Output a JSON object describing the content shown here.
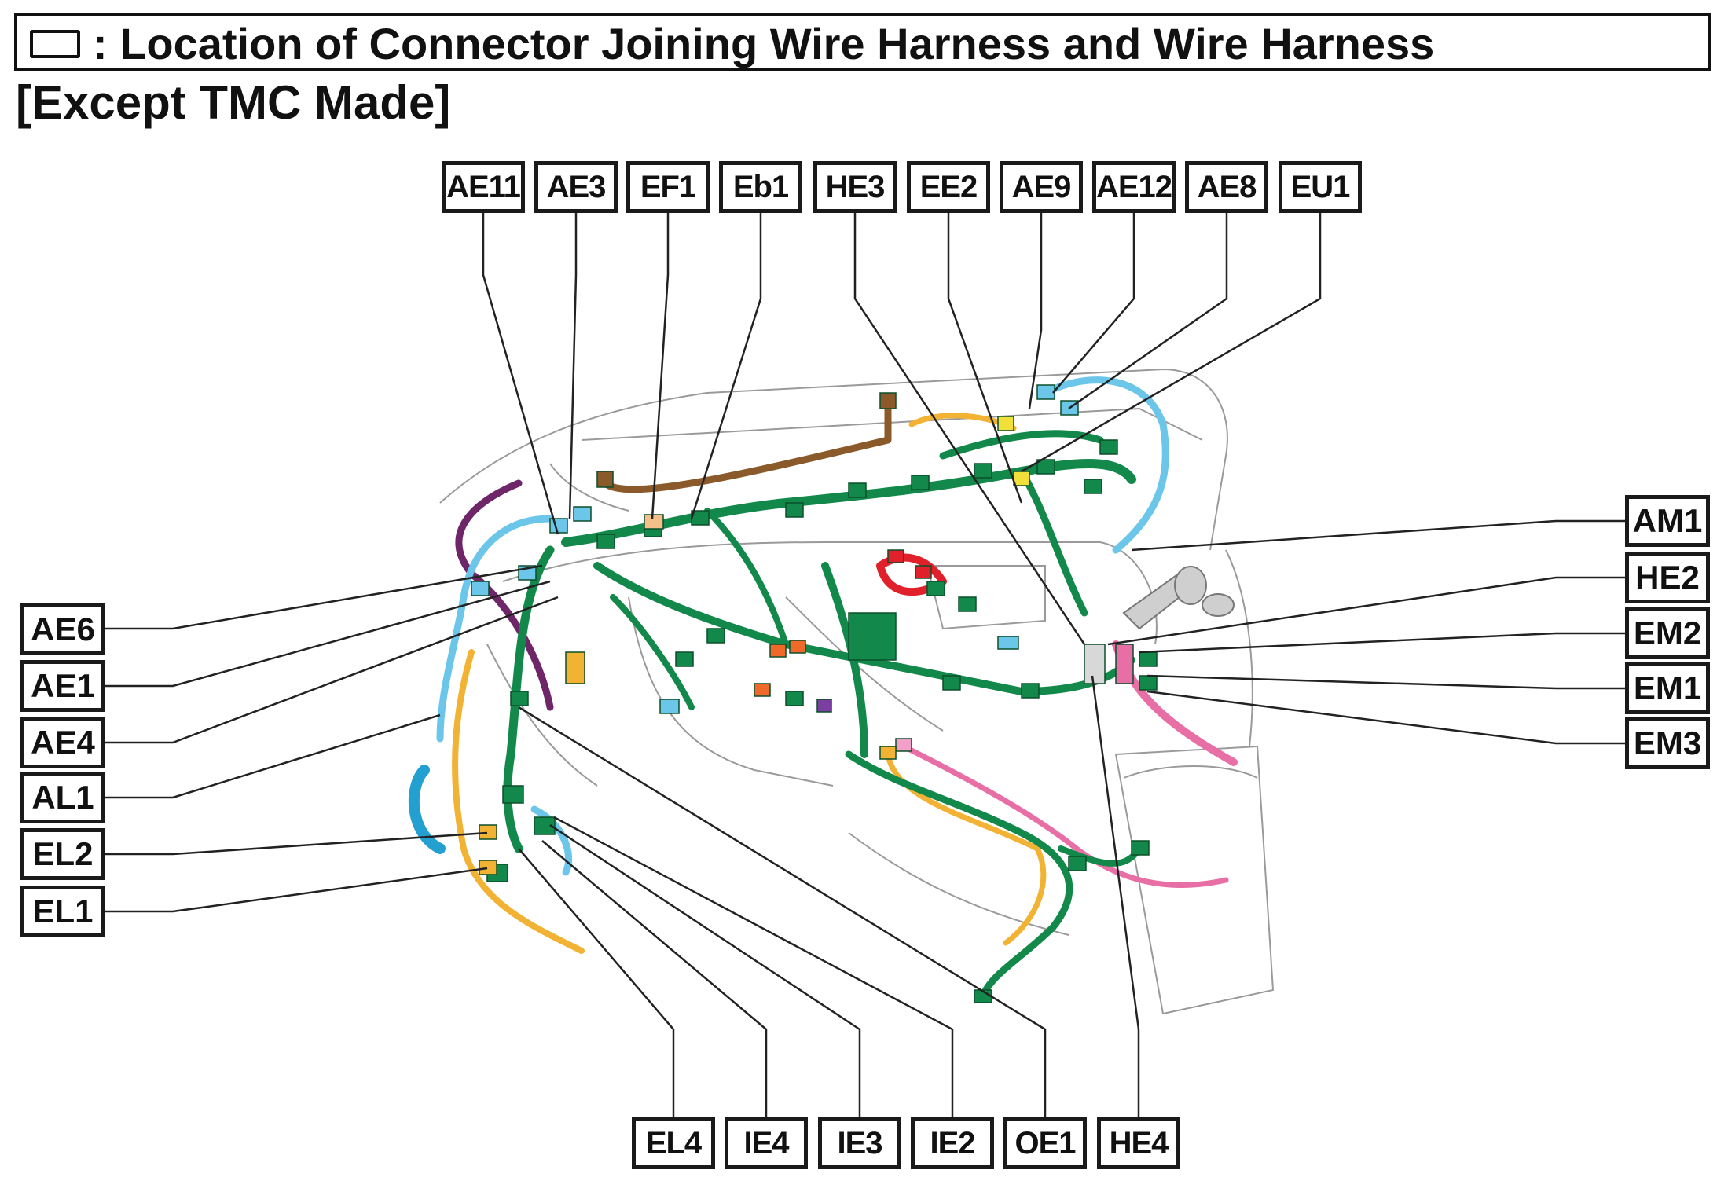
{
  "header": {
    "title": ": Location of Connector Joining Wire Harness and Wire Harness",
    "legend_symbol": "connector-legend-rect"
  },
  "subtitle": "[Except TMC Made]",
  "colors": {
    "green_harness": "#12884a",
    "blue_harness": "#6cc6ea",
    "yellow_harness": "#f2b233",
    "pink_harness": "#e86fa6",
    "purple_harness": "#6e2668",
    "brown_harness": "#8a5a2a",
    "red_harness": "#e0202a",
    "orange_connector": "#ef6a2a",
    "leader_line": "#222222"
  },
  "callouts": {
    "top": [
      "AE11",
      "AE3",
      "EF1",
      "Eb1",
      "HE3",
      "EE2",
      "AE9",
      "AE12",
      "AE8",
      "EU1"
    ],
    "left": [
      "AE6",
      "AE1",
      "AE4",
      "AL1",
      "EL2",
      "EL1"
    ],
    "right": [
      "AM1",
      "HE2",
      "EM2",
      "EM1",
      "EM3"
    ],
    "bottom": [
      "EL4",
      "IE4",
      "IE3",
      "IE2",
      "OE1",
      "HE4"
    ]
  }
}
